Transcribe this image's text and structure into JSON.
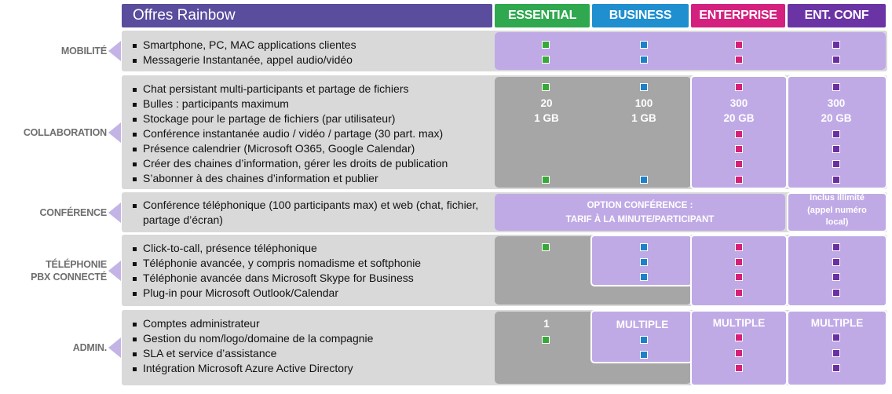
{
  "header": {
    "title": "Offres Rainbow",
    "columns": [
      {
        "label": "ESSENTIAL",
        "color": "#2fa84f"
      },
      {
        "label": "BUSINESS",
        "color": "#1f8fd0"
      },
      {
        "label": "ENTERPRISE",
        "color": "#d4217f"
      },
      {
        "label": "ENT. CONF",
        "color": "#6b34a4"
      }
    ]
  },
  "sections": {
    "mobilite": {
      "label": "MOBILITÉ",
      "features": [
        "Smartphone, PC, MAC applications clientes",
        "Messagerie Instantanée, appel audio/vidéo"
      ]
    },
    "collaboration": {
      "label": "COLLABORATION",
      "features": [
        "Chat persistant multi-participants  et partage de fichiers",
        "Bulles : participants  maximum",
        "Stockage pour le partage de fichiers (par utilisateur)",
        "Conférence instantanée audio / vidéo / partage  (30 part. max)",
        "Présence calendrier (Microsoft O365, Google Calendar)",
        "Créer des chaines d’information,  gérer les droits de publication",
        "S’abonner à des chaines d’information  et publier"
      ],
      "values": {
        "essential": {
          "participants": "20",
          "storage": "1 GB"
        },
        "business": {
          "participants": "100",
          "storage": "1 GB"
        },
        "enterprise": {
          "participants": "300",
          "storage": "20 GB"
        },
        "entconf": {
          "participants": "300",
          "storage": "20 GB"
        }
      }
    },
    "conference": {
      "label": "CONFÉRENCE",
      "features": [
        "Conférence téléphonique  (100 participants  max) et web (chat, fichier, partage  d’écran)"
      ],
      "option_line1": "OPTION CONFÉRENCE :",
      "option_line2": "TARIF À LA MINUTE/PARTICIPANT",
      "entconf_note": "Inclus illimité (appel numéro local)"
    },
    "telephonie": {
      "label_line1": "TÉLÉPHONIE",
      "label_line2": "PBX CONNECTÉ",
      "features": [
        "Click-to-call, présence téléphonique",
        "Téléphonie avancée, y compris nomadisme  et softphonie",
        "Téléphonie avancée dans Microsoft Skype for Business",
        "Plug-in pour Microsoft  Outlook/Calendar"
      ]
    },
    "admin": {
      "label": "ADMIN.",
      "features": [
        "Comptes  administrateur",
        "Gestion du nom/logo/domaine  de la compagnie",
        "SLA et service d’assistance",
        "Intégration  Microsoft  Azure Active Directory"
      ],
      "essential_value": "1",
      "business_value": "MULTIPLE",
      "enterprise_value": "MULTIPLE",
      "entconf_value": "MULTIPLE"
    }
  }
}
